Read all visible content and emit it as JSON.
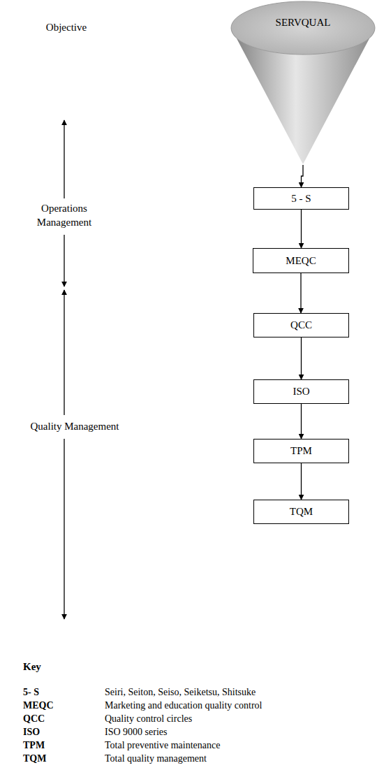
{
  "diagram": {
    "nodes": [
      {
        "text": [
          "SERVQUAL"
        ]
      },
      {
        "text": [
          "5 - S"
        ]
      },
      {
        "text": [
          "MEQC"
        ]
      },
      {
        "text": [
          "QCC"
        ]
      },
      {
        "text": [
          "ISO"
        ]
      },
      {
        "text": [
          "TPM"
        ]
      },
      {
        "text": [
          "TQM"
        ]
      }
    ],
    "edges": [
      {
        "from": 0,
        "to": 1,
        "arrow": "to"
      },
      {
        "from": 1,
        "to": 2,
        "arrow": "to"
      },
      {
        "from": 2,
        "to": 3,
        "arrow": "to"
      },
      {
        "from": 3,
        "to": 4,
        "arrow": "to"
      },
      {
        "from": 4,
        "to": 5,
        "arrow": "to"
      },
      {
        "from": 5,
        "to": 6,
        "arrow": "to"
      }
    ],
    "labels": [
      "Objective",
      "Operations Management",
      "Quality Management",
      "Key",
      "5- S",
      "Seiri, Seiton, Seiso, Seiketsu, Shitsuke",
      "MEQC",
      "Marketing and education quality control",
      "QCC",
      "Quality control circles",
      "ISO",
      "ISO 9000 series",
      "TPM",
      "Total preventive maintenance",
      "TQM",
      "Total quality management"
    ]
  }
}
